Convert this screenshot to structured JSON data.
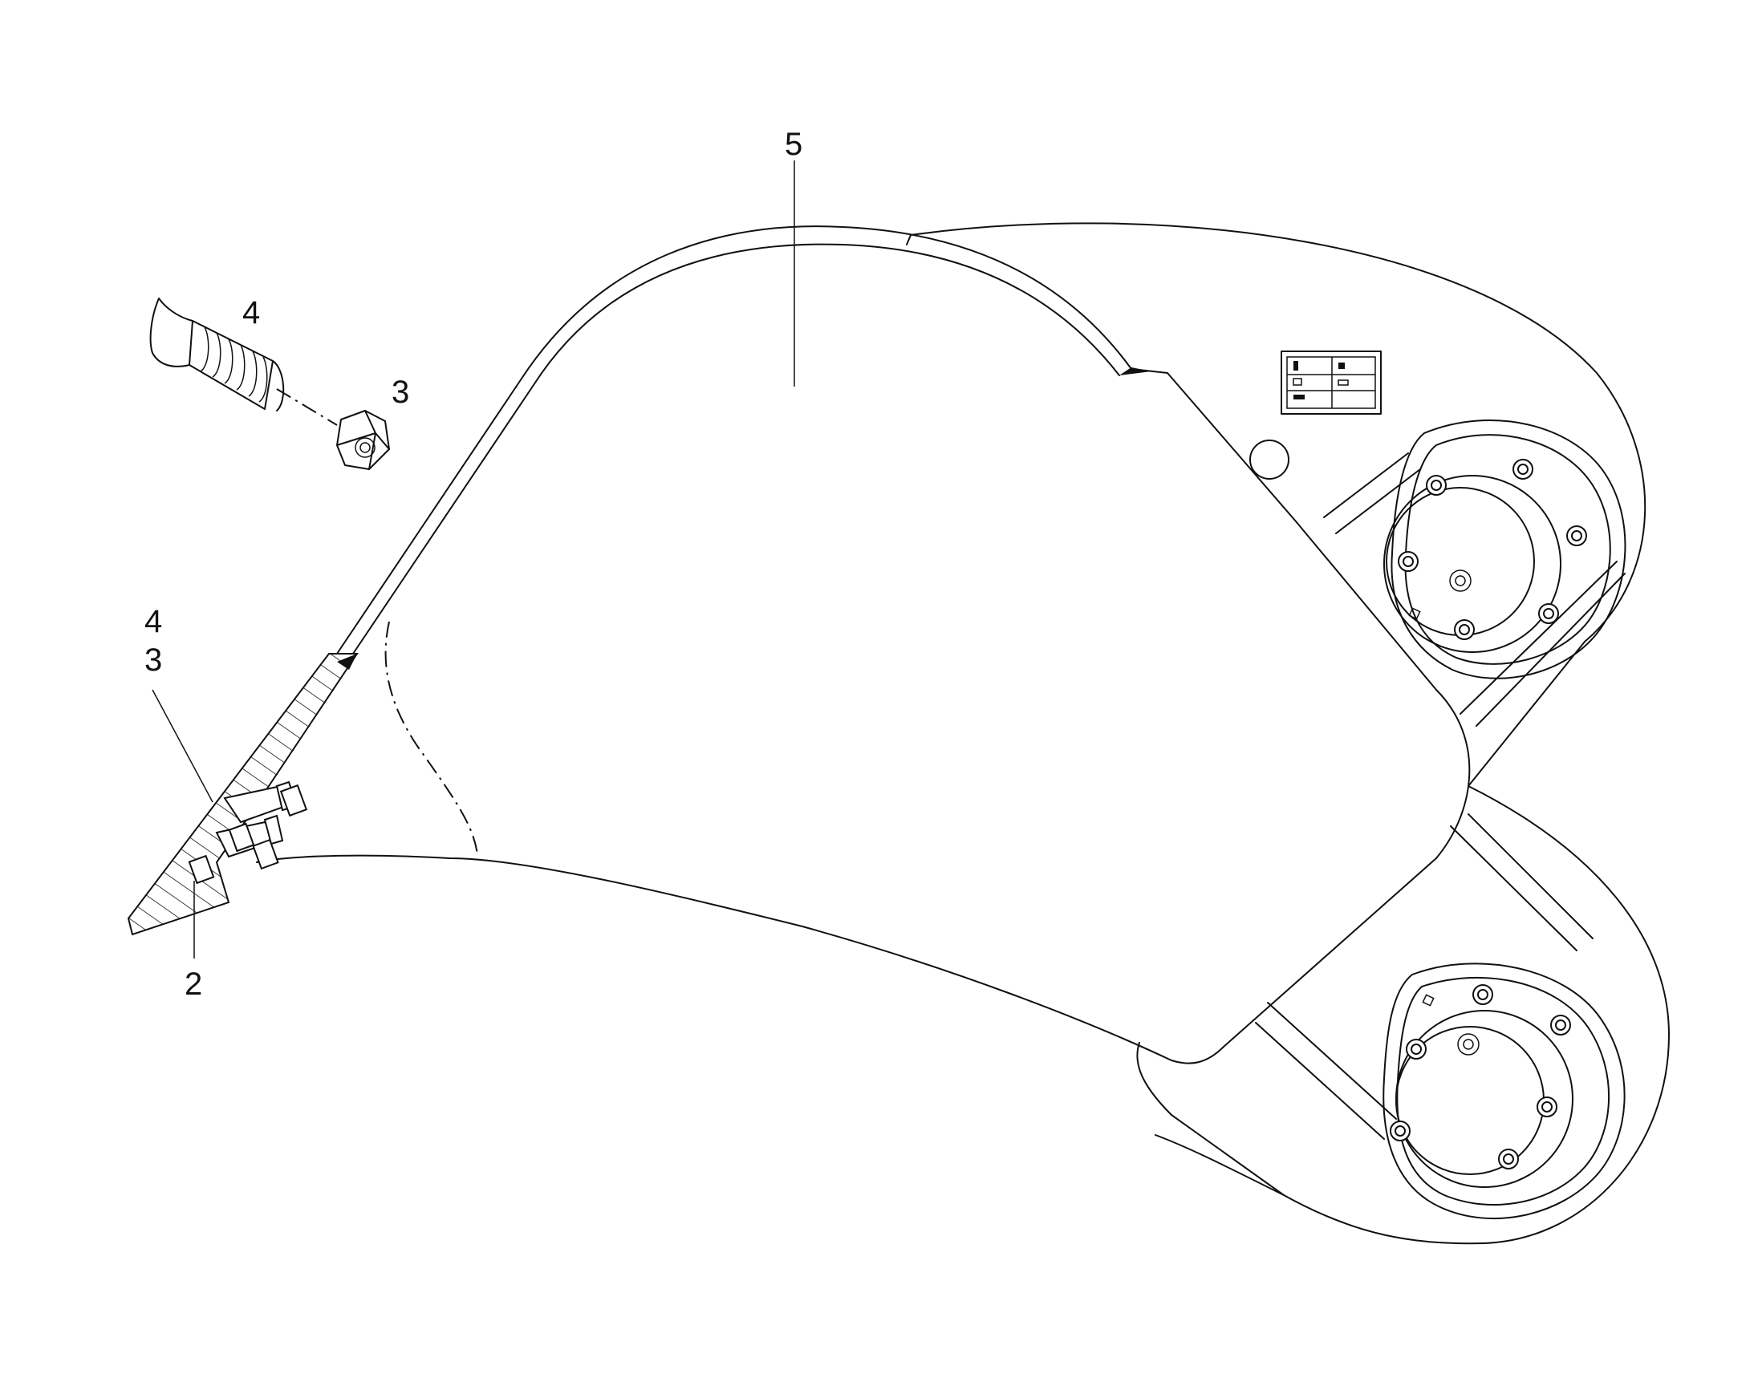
{
  "callouts": {
    "main_body": "5",
    "screw_top": "4",
    "nut_top": "3",
    "stack_upper": "4",
    "stack_lower": "3",
    "cutting_edge": "2"
  }
}
